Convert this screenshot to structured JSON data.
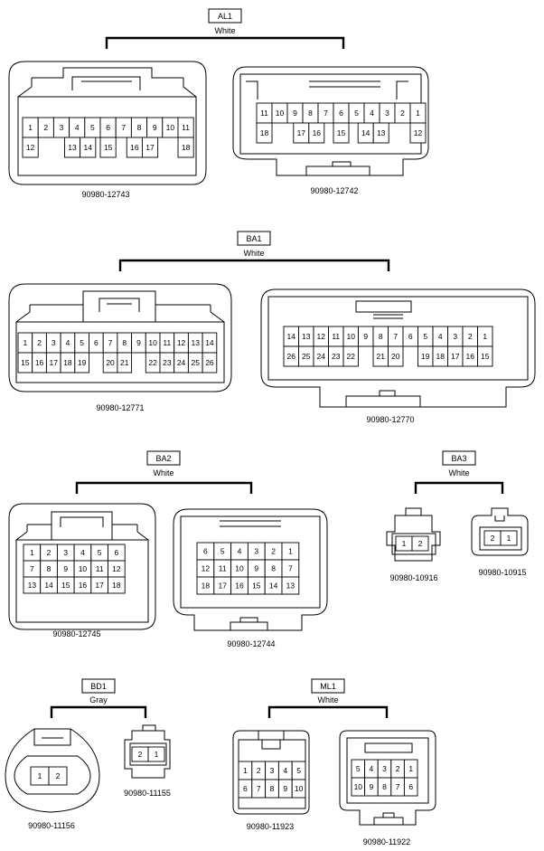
{
  "groups": [
    {
      "id": "AL1",
      "name": "AL1",
      "color": "White"
    },
    {
      "id": "BA1",
      "name": "BA1",
      "color": "White"
    },
    {
      "id": "BA2",
      "name": "BA2",
      "color": "White"
    },
    {
      "id": "BA3",
      "name": "BA3",
      "color": "White"
    },
    {
      "id": "BD1",
      "name": "BD1",
      "color": "Gray"
    },
    {
      "id": "ML1",
      "name": "ML1",
      "color": "White"
    }
  ],
  "connectors": [
    {
      "id": "c1",
      "group": "AL1",
      "part": "90980-12743",
      "top": [
        "1",
        "2",
        "3",
        "4",
        "5",
        "6",
        "7",
        "8",
        "9",
        "10",
        "11"
      ],
      "bottom": [
        "12",
        "13",
        "14",
        "15",
        "16",
        "17",
        "18"
      ]
    },
    {
      "id": "c2",
      "group": "AL1",
      "part": "90980-12742",
      "top": [
        "11",
        "10",
        "9",
        "8",
        "7",
        "6",
        "5",
        "4",
        "3",
        "2",
        "1"
      ],
      "bottom": [
        "18",
        "17",
        "16",
        "15",
        "14",
        "13",
        "12"
      ]
    },
    {
      "id": "c3",
      "group": "BA1",
      "part": "90980-12771",
      "top": [
        "1",
        "2",
        "3",
        "4",
        "5",
        "6",
        "7",
        "8",
        "9",
        "10",
        "11",
        "12",
        "13",
        "14"
      ],
      "bottom": [
        "15",
        "16",
        "17",
        "18",
        "19",
        "20",
        "21",
        "22",
        "23",
        "24",
        "25",
        "26"
      ]
    },
    {
      "id": "c4",
      "group": "BA1",
      "part": "90980-12770",
      "top": [
        "14",
        "13",
        "12",
        "11",
        "10",
        "9",
        "8",
        "7",
        "6",
        "5",
        "4",
        "3",
        "2",
        "1"
      ],
      "bottom": [
        "26",
        "25",
        "24",
        "23",
        "22",
        "21",
        "20",
        "19",
        "18",
        "17",
        "16",
        "15"
      ]
    },
    {
      "id": "c5",
      "group": "BA2",
      "part": "90980-12745",
      "rows": [
        [
          "1",
          "2",
          "3",
          "4",
          "5",
          "6"
        ],
        [
          "7",
          "8",
          "9",
          "10",
          "11",
          "12"
        ],
        [
          "13",
          "14",
          "15",
          "16",
          "17",
          "18"
        ]
      ]
    },
    {
      "id": "c6",
      "group": "BA2",
      "part": "90980-12744",
      "rows": [
        [
          "6",
          "5",
          "4",
          "3",
          "2",
          "1"
        ],
        [
          "12",
          "11",
          "10",
          "9",
          "8",
          "7"
        ],
        [
          "18",
          "17",
          "16",
          "15",
          "14",
          "13"
        ]
      ]
    },
    {
      "id": "c7",
      "group": "BA3",
      "part": "90980-10916",
      "rows": [
        [
          "1",
          "2"
        ]
      ]
    },
    {
      "id": "c8",
      "group": "BA3",
      "part": "90980-10915",
      "rows": [
        [
          "2",
          "1"
        ]
      ]
    },
    {
      "id": "c9",
      "group": "BD1",
      "part": "90980-11156",
      "rows": [
        [
          "1",
          "2"
        ]
      ]
    },
    {
      "id": "c10",
      "group": "BD1",
      "part": "90980-11155",
      "rows": [
        [
          "2",
          "1"
        ]
      ]
    },
    {
      "id": "c11",
      "group": "ML1",
      "part": "90980-11923",
      "rows": [
        [
          "1",
          "2",
          "3",
          "4",
          "5"
        ],
        [
          "6",
          "7",
          "8",
          "9",
          "10"
        ]
      ]
    },
    {
      "id": "c12",
      "group": "ML1",
      "part": "90980-11922",
      "rows": [
        [
          "5",
          "4",
          "3",
          "2",
          "1"
        ],
        [
          "10",
          "9",
          "8",
          "7",
          "6"
        ]
      ]
    }
  ]
}
